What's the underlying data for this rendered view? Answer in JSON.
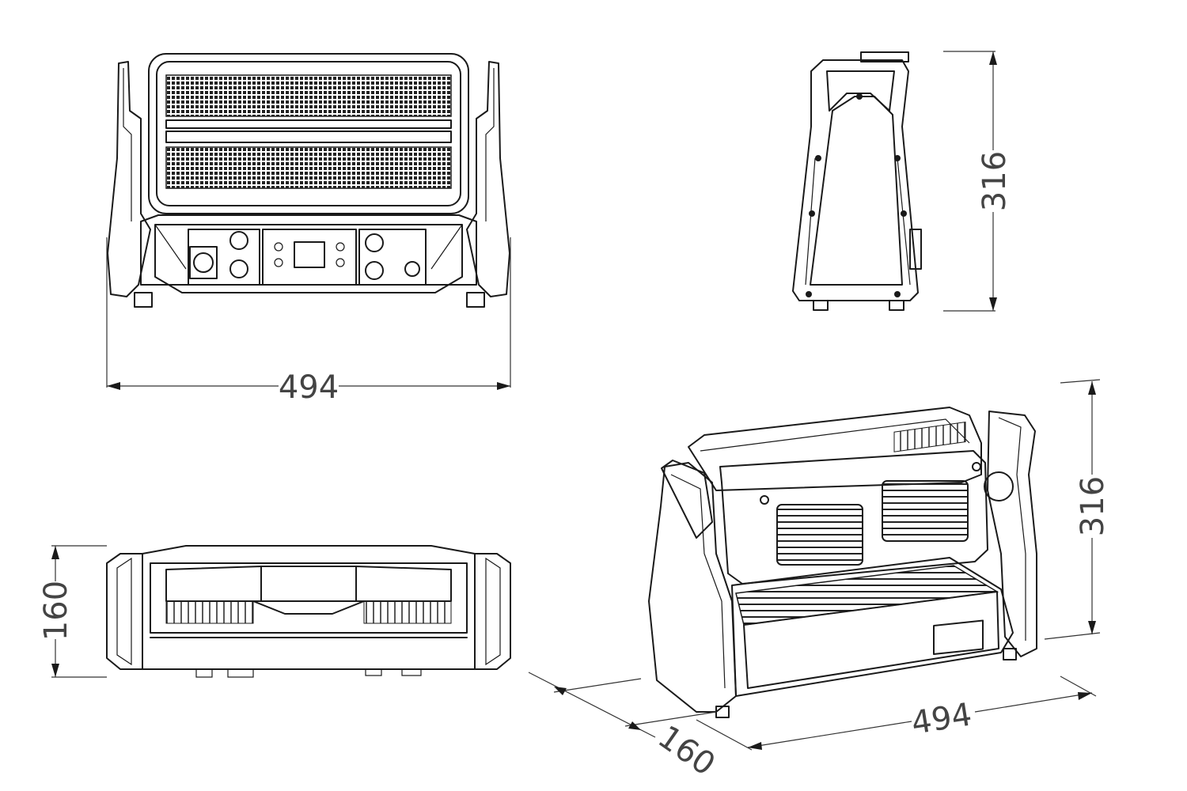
{
  "dimensions": {
    "front_width": "494",
    "side_height": "316",
    "top_depth": "160",
    "iso_height": "316",
    "iso_width": "494",
    "iso_depth": "160"
  },
  "colors": {
    "line": "#1a1a1a",
    "dimension_text": "#444444",
    "background": "#ffffff"
  }
}
